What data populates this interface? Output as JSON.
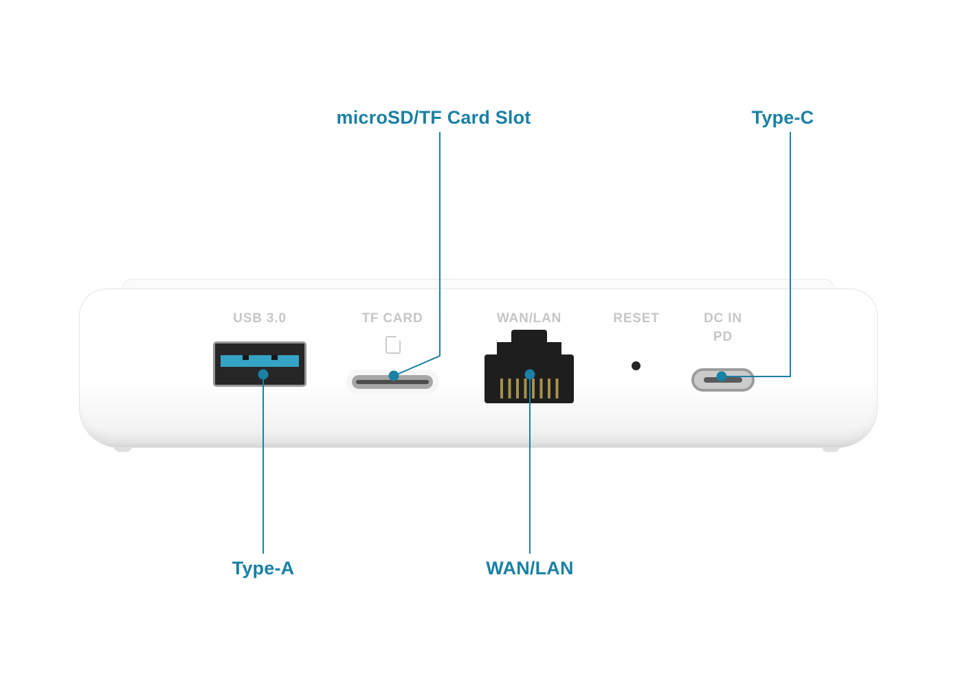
{
  "callouts": {
    "microsd": "microSD/TF Card Slot",
    "type_c": "Type-C",
    "type_a": "Type-A",
    "wan_lan": "WAN/LAN"
  },
  "device_labels": {
    "usb": "USB 3.0",
    "tf_card": "TF CARD",
    "wan_lan": "WAN/LAN",
    "reset": "RESET",
    "dc_in_line1": "DC IN",
    "dc_in_line2": "PD"
  },
  "colors": {
    "accent": "#1a80a4",
    "device_label": "#c6c6c6",
    "usb_tongue": "#35a3c6",
    "rj45_pins": "#a8914c"
  }
}
